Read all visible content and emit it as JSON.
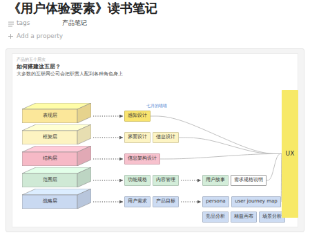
{
  "diagram": {
    "title": "《用户体验要素》读书笔记",
    "nodes": [
      {
        "text": [
          "表现层"
        ]
      },
      {
        "text": [
          "感知设计"
        ]
      },
      {
        "text": [
          "框架层"
        ]
      },
      {
        "text": [
          "界面设计"
        ]
      },
      {
        "text": [
          "信息设计"
        ]
      },
      {
        "text": [
          "结构层"
        ]
      },
      {
        "text": [
          "信息架构设计"
        ]
      },
      {
        "text": [
          "范围层"
        ]
      },
      {
        "text": [
          "功能规格"
        ]
      },
      {
        "text": [
          "内容管理"
        ]
      },
      {
        "text": [
          "用户故事"
        ]
      },
      {
        "text": [
          "需求规格说明"
        ]
      },
      {
        "text": [
          "战略层"
        ]
      },
      {
        "text": [
          "用户需求"
        ]
      },
      {
        "text": [
          "产品目标"
        ]
      },
      {
        "text": [
          "persona"
        ]
      },
      {
        "text": [
          "user journey map"
        ]
      },
      {
        "text": [
          "竞品分析"
        ]
      },
      {
        "text": [
          "精益画布"
        ]
      },
      {
        "text": [
          "场景分析"
        ]
      },
      {
        "text": [
          "UX"
        ]
      }
    ],
    "edges": [
      {
        "from": 0,
        "to": 1,
        "arrow": "to"
      },
      {
        "from": 2,
        "to": 3,
        "arrow": "to"
      },
      {
        "from": 5,
        "to": 6,
        "arrow": "to"
      },
      {
        "from": 7,
        "to": 8,
        "arrow": "to"
      },
      {
        "from": 9,
        "to": 10,
        "arrow": "to"
      },
      {
        "from": 12,
        "to": 13,
        "arrow": "to"
      },
      {
        "from": 14,
        "to": 15,
        "arrow": "to"
      },
      {
        "from": 1,
        "to": 20,
        "arrow": "none"
      },
      {
        "from": 4,
        "to": 20,
        "arrow": "none"
      },
      {
        "from": 6,
        "to": 20,
        "arrow": "none"
      },
      {
        "from": 11,
        "to": 20,
        "arrow": "none"
      },
      {
        "from": 16,
        "to": 20,
        "arrow": "none"
      },
      {
        "from": 19,
        "to": 20,
        "arrow": "none"
      }
    ],
    "labels": [
      "tags",
      "产品笔记",
      "Add a property",
      "产品的五个层次",
      "如何搭建这五层？",
      "大多数的互联网公司会把职责人配到各种角色身上",
      "七月的喵喵"
    ]
  }
}
